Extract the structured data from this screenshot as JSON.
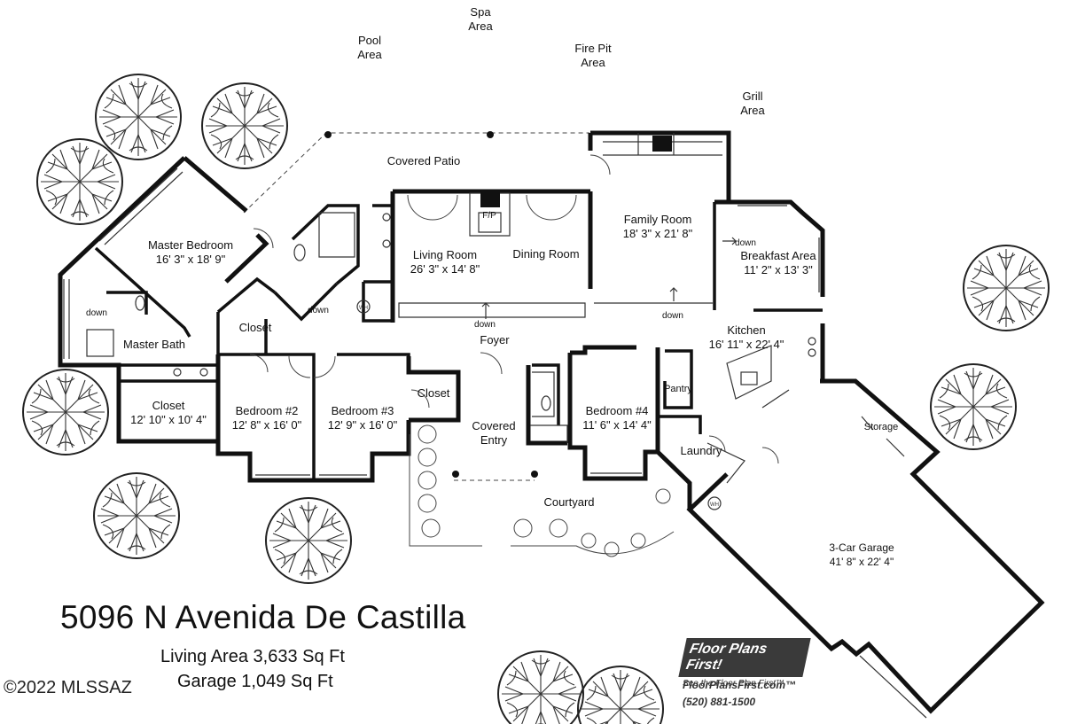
{
  "outdoor_areas": {
    "spa": "Spa\nArea",
    "pool": "Pool\nArea",
    "fire_pit": "Fire Pit\nArea",
    "grill": "Grill\nArea",
    "covered_patio": "Covered Patio",
    "covered_entry": "Covered\nEntry",
    "courtyard": "Courtyard"
  },
  "rooms": {
    "master_bedroom": "Master Bedroom\n16' 3\" x 18' 9\"",
    "master_bath": "Master Bath",
    "closet_master": "Closet\n12' 10\" x 10' 4\"",
    "closet_hall": "Closet",
    "closet_entry": "Closet",
    "bedroom2": "Bedroom #2\n12' 8\" x 16' 0\"",
    "bedroom3": "Bedroom #3\n12' 9\" x 16' 0\"",
    "bedroom4": "Bedroom #4\n11' 6\" x 14' 4\"",
    "living_room": "Living Room\n26' 3\" x 14' 8\"",
    "dining_room": "Dining Room",
    "family_room": "Family Room\n18' 3\" x 21' 8\"",
    "breakfast": "Breakfast Area\n11' 2\" x 13' 3\"",
    "kitchen": "Kitchen\n16' 11\" x 22' 4\"",
    "foyer": "Foyer",
    "pantry": "Pantry",
    "laundry": "Laundry",
    "storage": "Storage",
    "garage": "3-Car Garage\n41' 8\" x 22' 4\""
  },
  "annotations": {
    "fireplace": "F/P",
    "down": "down",
    "water_heater": "WH"
  },
  "listing": {
    "address": "5096 N Avenida De Castilla",
    "living_area": "Living Area 3,633 Sq Ft",
    "garage_area": "Garage 1,049 Sq Ft",
    "copyright": "©2022 MLSSAZ"
  },
  "branding": {
    "logo": "Floor Plans First!",
    "tagline": "See the Floor Plan First™",
    "url": "FloorPlansFirst.com™",
    "phone": "(520) 881-1500"
  }
}
